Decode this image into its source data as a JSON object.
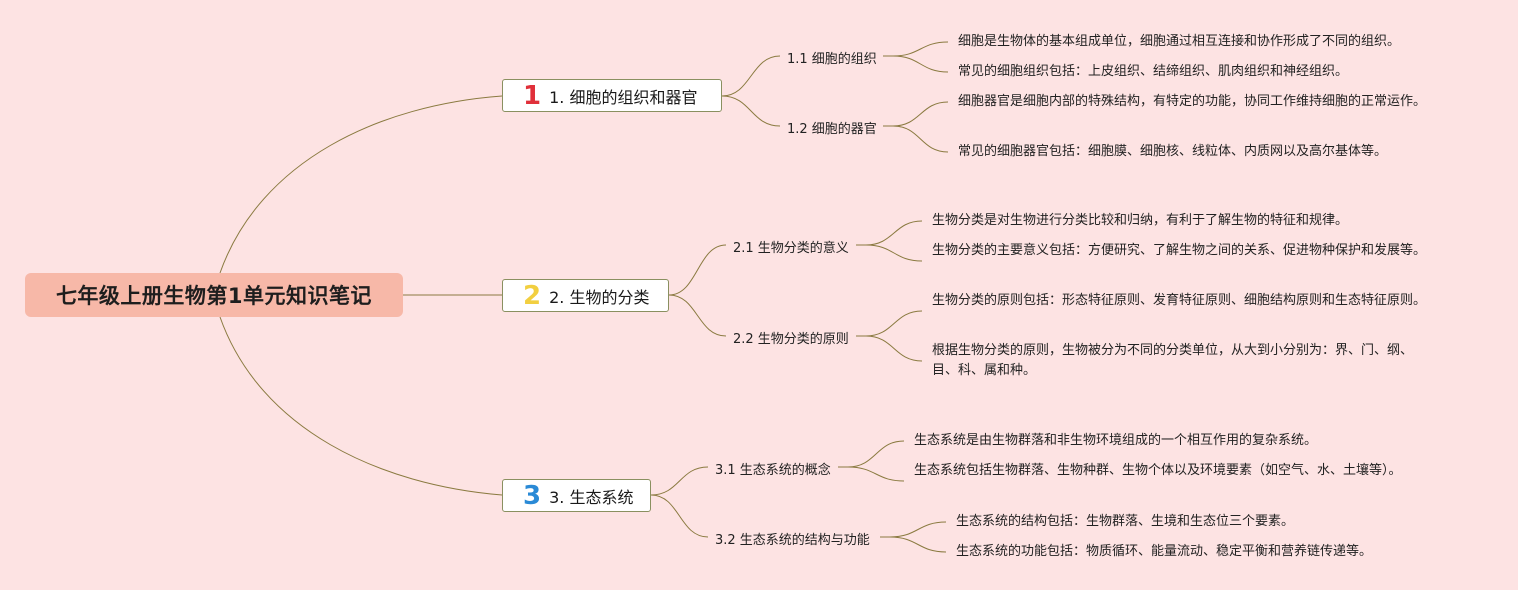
{
  "root": {
    "title": "七年级上册生物第1单元知识笔记"
  },
  "colors": {
    "background": "#fde3e3",
    "root_fill": "#f7b8a8",
    "link": "#8a7a40",
    "num1": "#e0303a",
    "num2": "#f2cf40",
    "num3": "#2a8ad6"
  },
  "branches": [
    {
      "number": "1",
      "title": "1. 细胞的组织和器官",
      "subs": [
        {
          "title": "1.1 细胞的组织",
          "leaves": [
            "细胞是生物体的基本组成单位，细胞通过相互连接和协作形成了不同的组织。",
            "常见的细胞组织包括：上皮组织、结缔组织、肌肉组织和神经组织。"
          ]
        },
        {
          "title": "1.2 细胞的器官",
          "leaves": [
            "细胞器官是细胞内部的特殊结构，有特定的功能，协同工作维持细胞的正常运作。",
            "常见的细胞器官包括：细胞膜、细胞核、线粒体、内质网以及高尔基体等。"
          ]
        }
      ]
    },
    {
      "number": "2",
      "title": "2. 生物的分类",
      "subs": [
        {
          "title": "2.1 生物分类的意义",
          "leaves": [
            "生物分类是对生物进行分类比较和归纳，有利于了解生物的特征和规律。",
            "生物分类的主要意义包括：方便研究、了解生物之间的关系、促进物种保护和发展等。"
          ]
        },
        {
          "title": "2.2 生物分类的原则",
          "leaves": [
            "生物分类的原则包括：形态特征原则、发育特征原则、细胞结构原则和生态特征原则。",
            "根据生物分类的原则，生物被分为不同的分类单位，从大到小分别为：界、门、纲、目、科、属和种。"
          ]
        }
      ]
    },
    {
      "number": "3",
      "title": "3. 生态系统",
      "subs": [
        {
          "title": "3.1 生态系统的概念",
          "leaves": [
            "生态系统是由生物群落和非生物环境组成的一个相互作用的复杂系统。",
            "生态系统包括生物群落、生物种群、生物个体以及环境要素（如空气、水、土壤等）。"
          ]
        },
        {
          "title": "3.2 生态系统的结构与功能",
          "leaves": [
            "生态系统的结构包括：生物群落、生境和生态位三个要素。",
            "生态系统的功能包括：物质循环、能量流动、稳定平衡和营养链传递等。"
          ]
        }
      ]
    }
  ]
}
